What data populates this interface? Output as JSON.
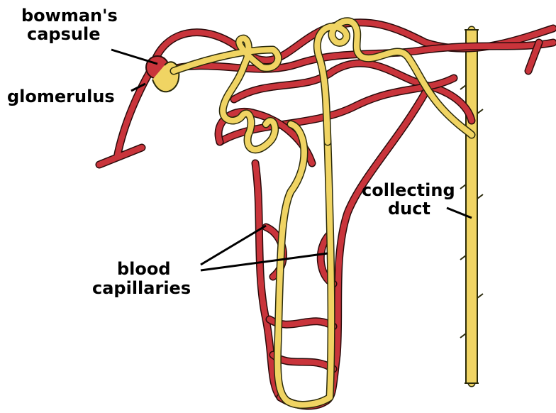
{
  "labels": {
    "bowmans_capsule_line1": "bowman's",
    "bowmans_capsule_line2": "capsule",
    "glomerulus": "glomerulus",
    "collecting_duct_line1": "collecting",
    "collecting_duct_line2": "duct",
    "blood_capillaries_line1": "blood",
    "blood_capillaries_line2": "capillaries"
  },
  "colors": {
    "blood_vessel": "#c9343b",
    "tubule": "#f0d463",
    "outline": "#2a0b0b",
    "label_text": "#000000",
    "background": "#ffffff"
  }
}
